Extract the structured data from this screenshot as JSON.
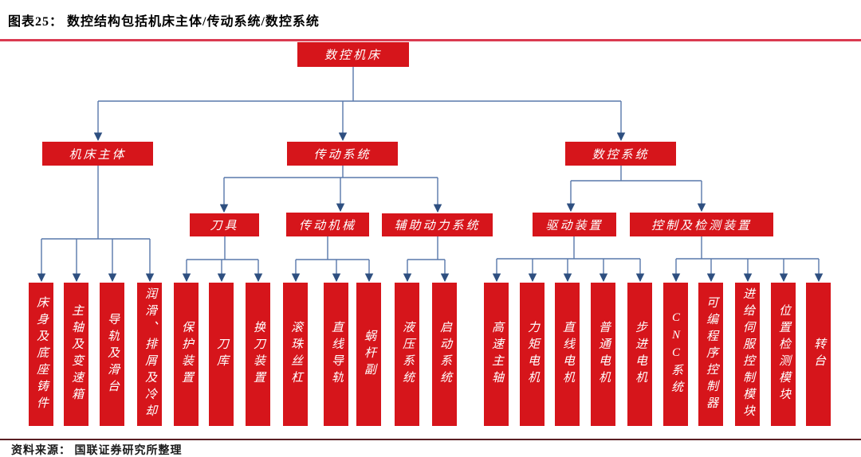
{
  "header": {
    "title": "图表25： 数控结构包括机床主体/传动系统/数控系统"
  },
  "footer": {
    "source": "资料来源： 国联证券研究所整理"
  },
  "colors": {
    "box_red": "#d6151b",
    "box_text": "#ffffff",
    "line_blue": "#5878ab",
    "arrow_blue": "#2e4f80",
    "title_color": "#000000",
    "title_rule": "#da3a50",
    "footer_rule": "#5a1f24",
    "footer_color": "#1a1a1a",
    "background": "#ffffff"
  },
  "tree": {
    "root": {
      "label": "数控机床"
    },
    "branches": [
      {
        "label": "机床主体",
        "leaves": [
          "床身及底座铸件",
          "主轴及变速箱",
          "导轨及滑台",
          "润滑、排屑及冷却"
        ]
      },
      {
        "label": "传动系统",
        "groups": [
          {
            "label": "刀具",
            "leaves": [
              "保护装置",
              "刀库",
              "换刀装置"
            ]
          },
          {
            "label": "传动机械",
            "leaves": [
              "滚珠丝杠",
              "直线导轨",
              "蜗杆副"
            ]
          },
          {
            "label": "辅助动力系统",
            "leaves": [
              "液压系统",
              "启动系统"
            ]
          }
        ]
      },
      {
        "label": "数控系统",
        "groups": [
          {
            "label": "驱动装置",
            "leaves": [
              "高速主轴",
              "力矩电机",
              "直线电机",
              "普通电机",
              "步进电机"
            ]
          },
          {
            "label": "控制及检测装置",
            "leaves": [
              "CNC系统",
              "可编程序控制器",
              "进给伺服控制模块",
              "位置检测模块",
              "转台"
            ]
          }
        ]
      }
    ]
  }
}
